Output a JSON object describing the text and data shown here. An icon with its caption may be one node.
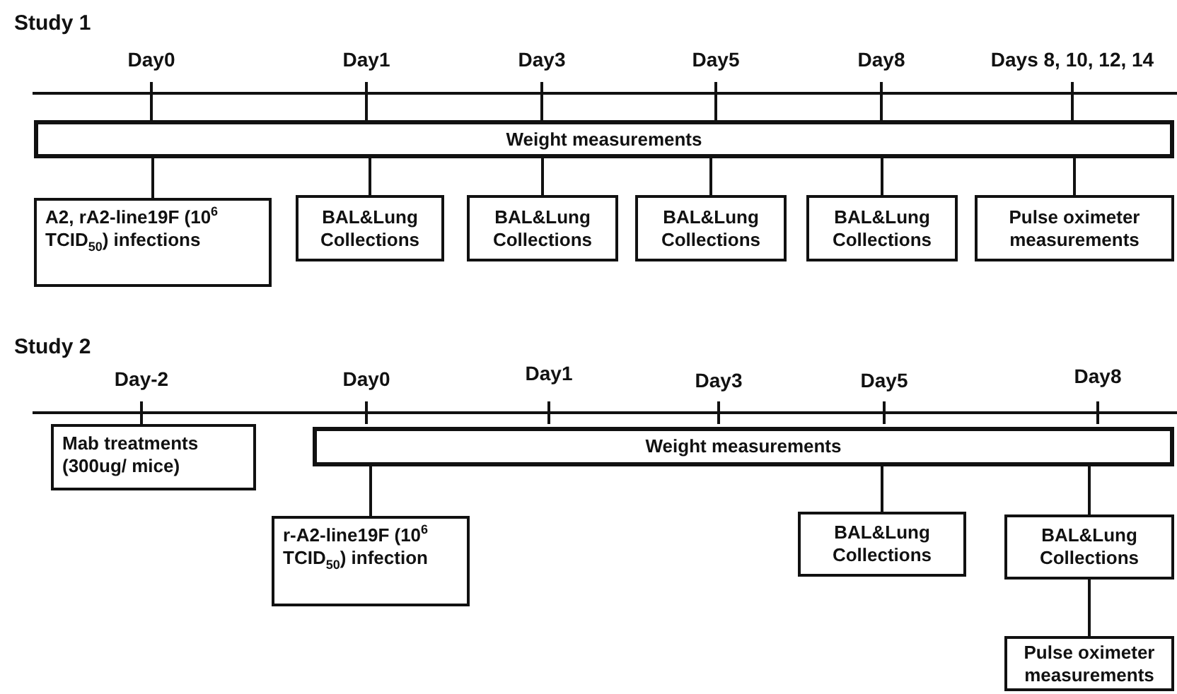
{
  "diagram": {
    "nodes": [
      {
        "text": [
          "Weight measurements"
        ]
      },
      {
        "text": [
          "A2, rA2-line19F (10$^{6}$ TCID$_{50}$) infections"
        ]
      },
      {
        "text": [
          "BAL&Lung Collections"
        ]
      },
      {
        "text": [
          "BAL&Lung Collections"
        ]
      },
      {
        "text": [
          "BAL&Lung Collections"
        ]
      },
      {
        "text": [
          "BAL&Lung Collections"
        ]
      },
      {
        "text": [
          "Pulse oximeter measurements"
        ]
      },
      {
        "text": [
          "Mab treatments (300ug/ mice)"
        ]
      },
      {
        "text": [
          "Weight measurements"
        ]
      },
      {
        "text": [
          "r-A2-line19F (10$^{6}$ TCID$_{50}$) infection"
        ]
      },
      {
        "text": [
          "BAL&Lung Collections"
        ]
      },
      {
        "text": [
          "BAL&Lung Collections"
        ]
      },
      {
        "text": [
          "Pulse oximeter measurements"
        ]
      }
    ],
    "edges": [
      {
        "from": 0,
        "to": 1,
        "arrow": "none"
      },
      {
        "from": 0,
        "to": 2,
        "arrow": "none"
      },
      {
        "from": 0,
        "to": 3,
        "arrow": "none"
      },
      {
        "from": 0,
        "to": 4,
        "arrow": "none"
      },
      {
        "from": 0,
        "to": 5,
        "arrow": "none"
      },
      {
        "from": 0,
        "to": 6,
        "arrow": "none"
      },
      {
        "from": 8,
        "to": 9,
        "arrow": "none"
      },
      {
        "from": 8,
        "to": 10,
        "arrow": "none"
      },
      {
        "from": 8,
        "to": 11,
        "arrow": "none"
      },
      {
        "from": 11,
        "to": 12,
        "arrow": "none"
      }
    ],
    "labels": [
      "Study 1",
      "Day0",
      "Day1",
      "Day3",
      "Day5",
      "Day8",
      "Days 8, 10, 12, 14",
      "Study 2",
      "Day-2",
      "Day0",
      "Day1",
      "Day3",
      "Day5",
      "Day8"
    ]
  }
}
